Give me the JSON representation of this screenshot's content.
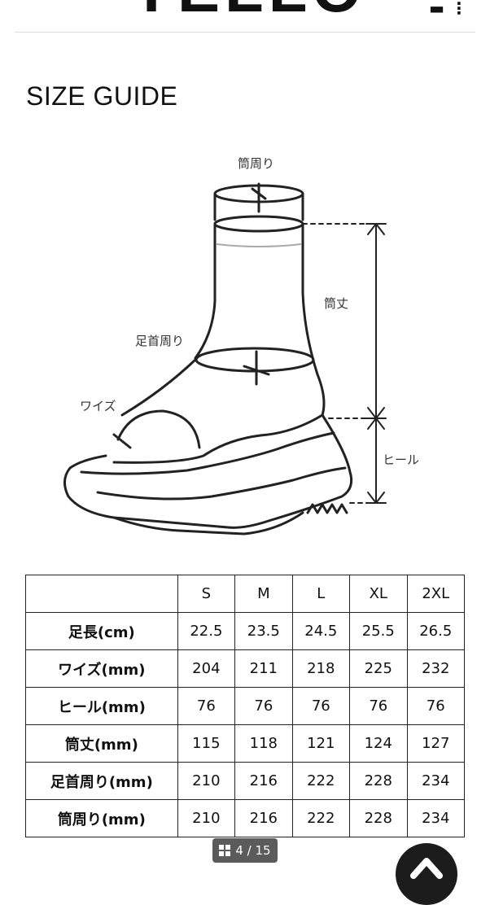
{
  "header": {
    "logo_text": "YELLO",
    "icons": [
      "bag-icon",
      "menu-icon"
    ]
  },
  "title": "SIZE GUIDE",
  "diagram": {
    "labels": {
      "shaft_circumference": "筒周り",
      "shaft_height": "筒丈",
      "ankle_circumference": "足首周り",
      "width": "ワイズ",
      "heel": "ヒール"
    }
  },
  "table": {
    "columns": [
      "S",
      "M",
      "L",
      "XL",
      "2XL"
    ],
    "rows": [
      {
        "label": "足長(cm)",
        "values": [
          "22.5",
          "23.5",
          "24.5",
          "25.5",
          "26.5"
        ]
      },
      {
        "label": "ワイズ(mm)",
        "values": [
          "204",
          "211",
          "218",
          "225",
          "232"
        ]
      },
      {
        "label": "ヒール(mm)",
        "values": [
          "76",
          "76",
          "76",
          "76",
          "76"
        ]
      },
      {
        "label": "筒丈(mm)",
        "values": [
          "115",
          "118",
          "121",
          "124",
          "127"
        ]
      },
      {
        "label": "足首周り(mm)",
        "values": [
          "210",
          "216",
          "222",
          "228",
          "234"
        ]
      },
      {
        "label": "筒周り(mm)",
        "values": [
          "210",
          "216",
          "222",
          "228",
          "234"
        ]
      }
    ]
  },
  "pager": {
    "text": "4 / 15"
  },
  "colors": {
    "pager_bg": "#5b5b5b",
    "scroll_btn": "#1c1c1c",
    "line": "#222222"
  }
}
